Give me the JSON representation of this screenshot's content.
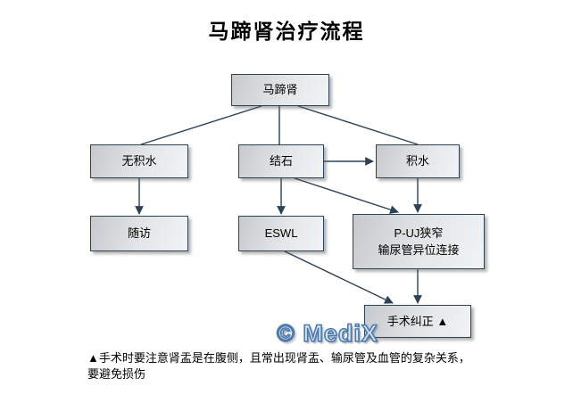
{
  "title": "马蹄肾治疗流程",
  "colors": {
    "line": "#2b4257",
    "box_border": "#2b4257",
    "box_fill_top": "#c7cacd",
    "box_fill_bottom": "#f2f3f4",
    "watermark_fill": "#d9e6f2",
    "watermark_stroke": "#4d7aae",
    "background": "#ffffff"
  },
  "nodes": {
    "horseshoe": {
      "label": "马蹄肾"
    },
    "no_hydro": {
      "label": "无积水"
    },
    "stone": {
      "label": "结石"
    },
    "hydro": {
      "label": "积水"
    },
    "followup": {
      "label": "随访"
    },
    "eswl": {
      "label": "ESWL"
    },
    "puj": {
      "label": "P-UJ狭窄",
      "label2": "输尿管异位连接"
    },
    "surgery": {
      "label": "手术纠正 ▲"
    }
  },
  "edges": [
    {
      "from": "horseshoe",
      "to": "no_hydro",
      "arrow": false
    },
    {
      "from": "horseshoe",
      "to": "stone",
      "arrow": false
    },
    {
      "from": "horseshoe",
      "to": "hydro",
      "arrow": false
    },
    {
      "from": "stone",
      "to": "hydro",
      "arrow": true
    },
    {
      "from": "no_hydro",
      "to": "followup",
      "arrow": true
    },
    {
      "from": "stone",
      "to": "eswl",
      "arrow": true
    },
    {
      "from": "stone",
      "to": "puj",
      "arrow": true
    },
    {
      "from": "hydro",
      "to": "puj",
      "arrow": true
    },
    {
      "from": "eswl",
      "to": "surgery",
      "arrow": true
    },
    {
      "from": "puj",
      "to": "surgery",
      "arrow": true
    }
  ],
  "watermark": "© MediX",
  "footnote": {
    "line1": "▲手术时要注意肾盂是在腹侧，且常出现肾盂、输尿管及血管的复杂关系，",
    "line2": "要避免损伤"
  }
}
